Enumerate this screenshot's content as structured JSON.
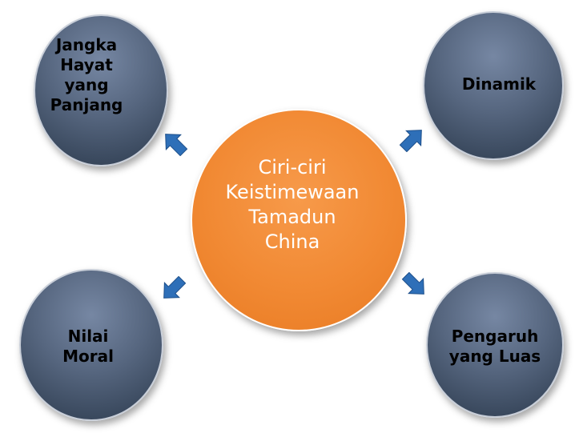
{
  "center": {
    "lines": [
      "Ciri-ciri",
      "Keistimewaan",
      "Tamadun",
      "China"
    ],
    "color": "#F18933"
  },
  "nodes": {
    "top_left": {
      "lines": [
        "Jangka",
        "Hayat",
        "yang",
        "Panjang"
      ]
    },
    "top_right": {
      "lines": [
        "Dinamik"
      ]
    },
    "bottom_left": {
      "lines": [
        "Nilai",
        "Moral"
      ]
    },
    "bottom_right": {
      "lines": [
        "Pengaruh",
        "yang Luas"
      ]
    }
  },
  "colors": {
    "node_fill": "#56667F",
    "node_border": "#C8CED8",
    "arrow_fill": "#2E6FB8"
  }
}
